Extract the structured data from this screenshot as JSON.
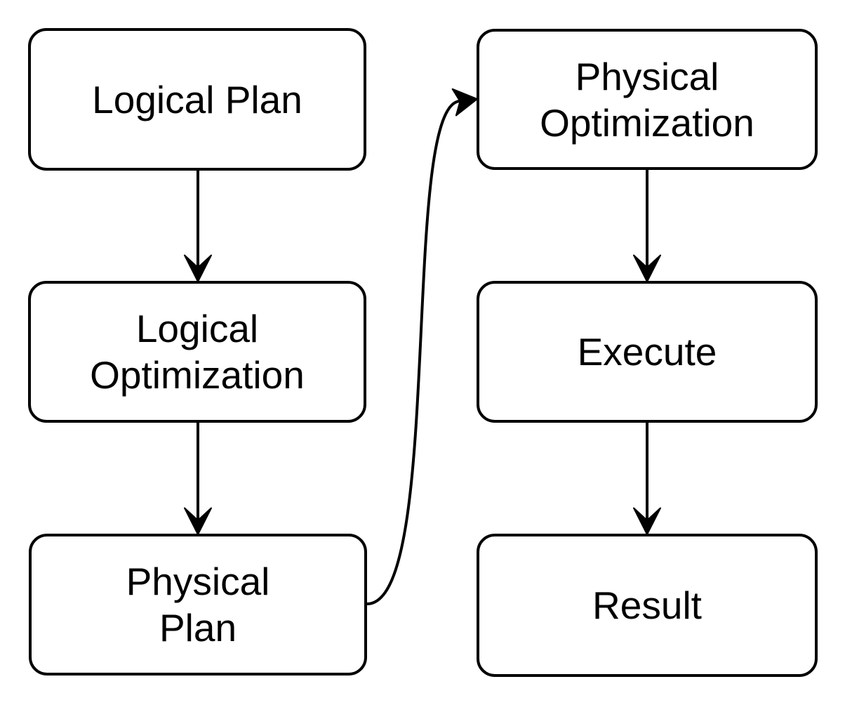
{
  "diagram": {
    "background_color": "#ffffff",
    "node_fill_color": "#ffffff",
    "stroke_color": "#000000",
    "text_color": "#000000",
    "nodes": [
      {
        "id": "logical-plan",
        "label": "Logical Plan"
      },
      {
        "id": "logical-optimization",
        "label": "Logical\nOptimization"
      },
      {
        "id": "physical-plan",
        "label": "Physical\nPlan"
      },
      {
        "id": "physical-optimization",
        "label": "Physical\nOptimization"
      },
      {
        "id": "execute",
        "label": "Execute"
      },
      {
        "id": "result",
        "label": "Result"
      }
    ],
    "edges": [
      {
        "from": "logical-plan",
        "to": "logical-optimization",
        "style": "straight-arrow-down"
      },
      {
        "from": "logical-optimization",
        "to": "physical-plan",
        "style": "straight-arrow-down"
      },
      {
        "from": "physical-plan",
        "to": "physical-optimization",
        "style": "curved-arrow-right-up"
      },
      {
        "from": "physical-optimization",
        "to": "execute",
        "style": "straight-arrow-down"
      },
      {
        "from": "execute",
        "to": "result",
        "style": "straight-arrow-down"
      }
    ]
  }
}
